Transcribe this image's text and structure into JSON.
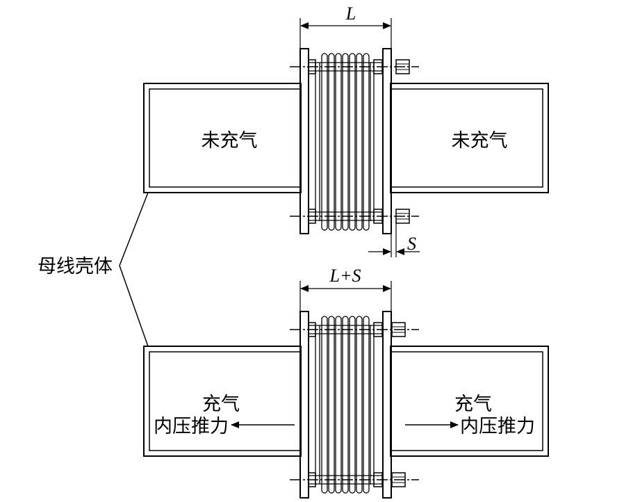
{
  "labels": {
    "uncharged_left": "未充气",
    "uncharged_right": "未充气",
    "busbar_housing": "母线壳体",
    "dim_top": "L",
    "dim_bottom": "L+S",
    "dim_s": "S",
    "charged_left": "充气",
    "thrust_left": "内压推力",
    "charged_right": "充气",
    "thrust_right": "内压推力"
  },
  "colors": {
    "line": "#000000",
    "background": "#ffffff"
  }
}
